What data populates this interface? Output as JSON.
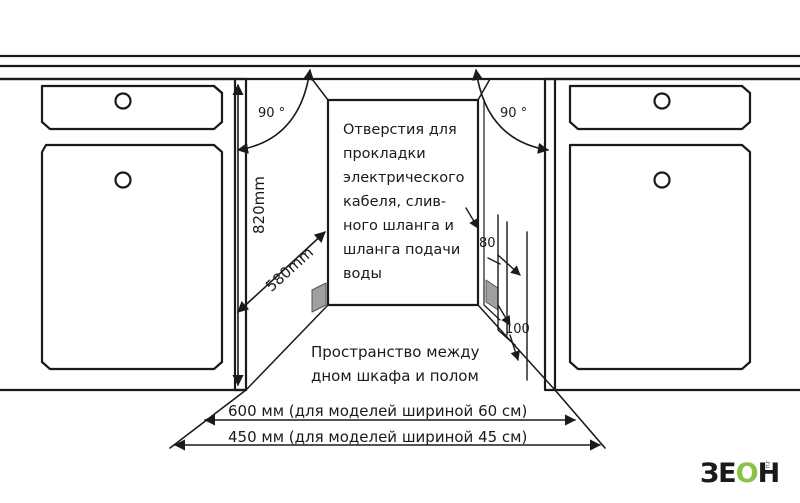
{
  "note": {
    "lines": [
      "Отверстия для",
      "прокладки",
      "электрического",
      "кабеля, слив-",
      "ного шланга и",
      "шланга подачи",
      "воды"
    ]
  },
  "space": {
    "lines": [
      "Пространство между",
      "дном шкафа и полом"
    ]
  },
  "dims": {
    "height": "820mm",
    "depth": "580mm",
    "angle_left": "90 °",
    "angle_right": "90 °",
    "hole_80": "80",
    "hole_100": "100",
    "width_60": "600 мм (для моделей шириной 60 см)",
    "width_45": "450 мм (для моделей шириной 45 см)"
  },
  "logo": {
    "text_pre": "ЗЕ",
    "text_o": "О",
    "text_post": "Н",
    "sub": ".ru"
  }
}
